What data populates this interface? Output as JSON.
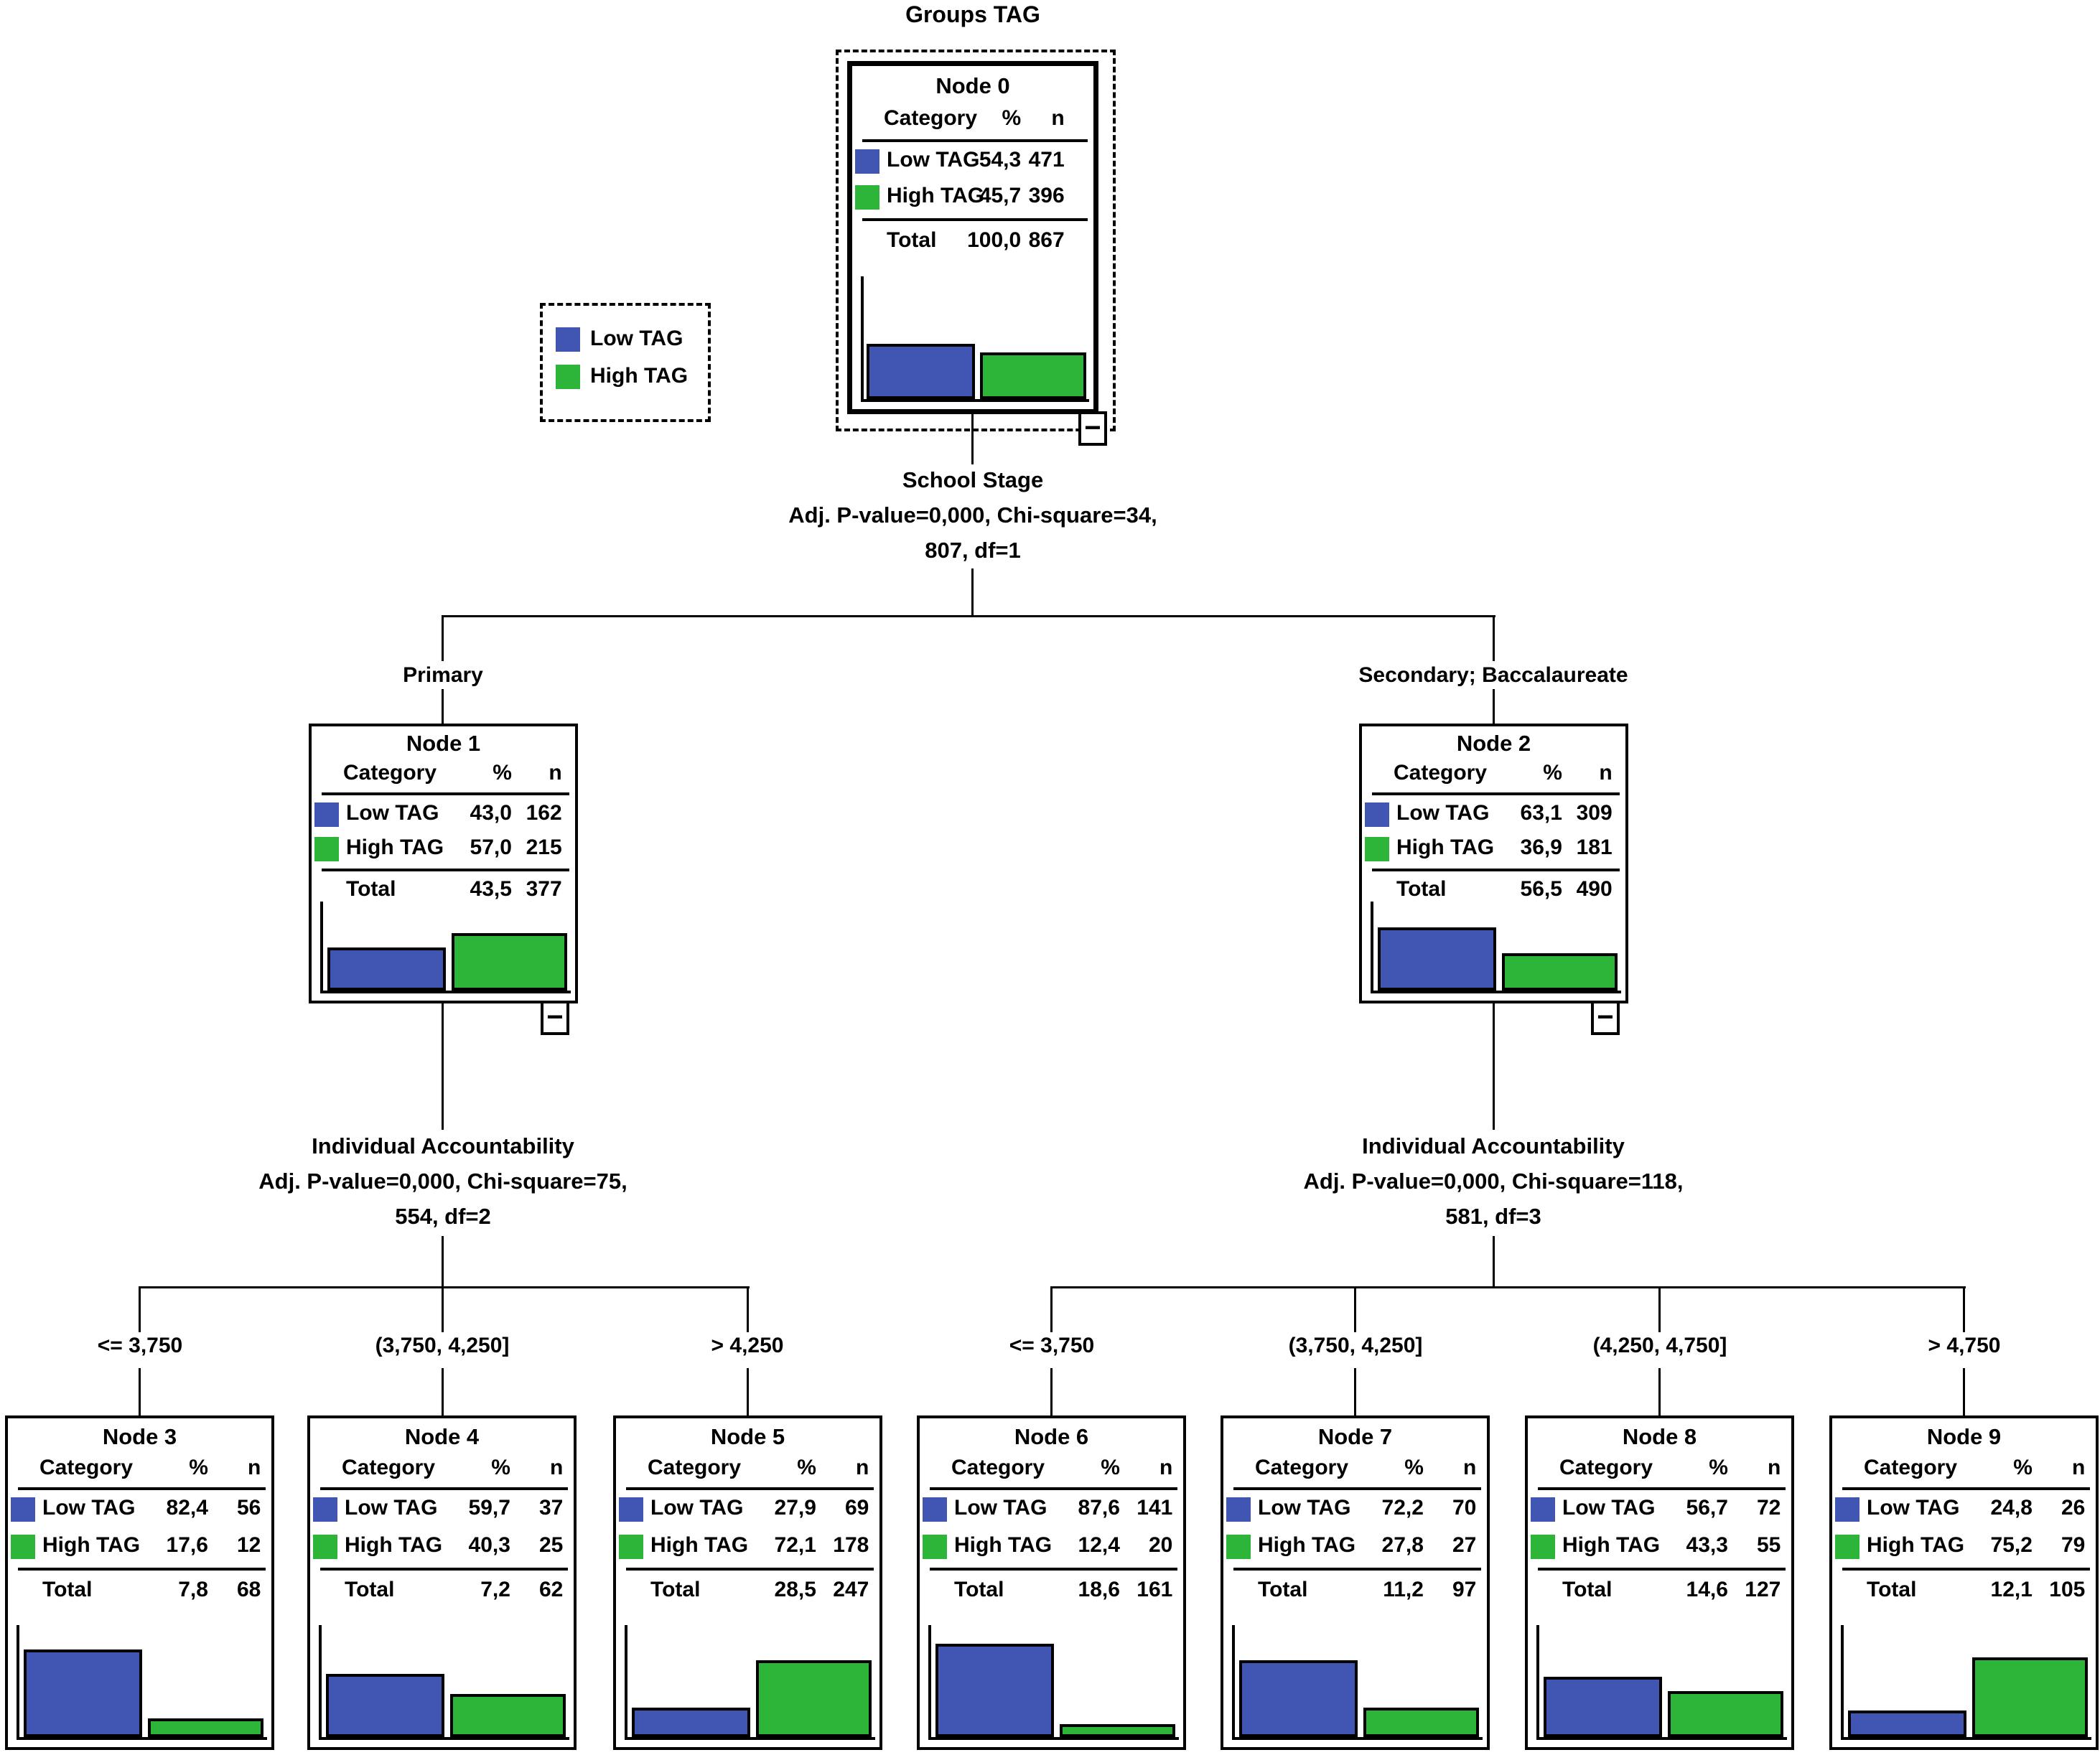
{
  "title": "Groups TAG",
  "colors": {
    "low_tag": "#4155b2",
    "high_tag": "#2db53a",
    "line": "#000000"
  },
  "labels": {
    "category": "Category",
    "percent": "%",
    "n": "n",
    "total": "Total"
  },
  "controls": {
    "collapse_glyph": "−"
  },
  "legend": {
    "items": [
      {
        "label": "Low TAG",
        "color": "#4155b2"
      },
      {
        "label": "High TAG",
        "color": "#2db53a"
      }
    ]
  },
  "splits": [
    {
      "variable": "School Stage",
      "stats_line1": "Adj. P-value=0,000, Chi-square=34,",
      "stats_line2": "807, df=1"
    },
    {
      "variable": "Individual Accountability",
      "stats_line1": "Adj. P-value=0,000, Chi-square=75,",
      "stats_line2": "554, df=2"
    },
    {
      "variable": "Individual Accountability",
      "stats_line1": "Adj. P-value=0,000, Chi-square=118,",
      "stats_line2": "581, df=3"
    }
  ],
  "nodes": [
    {
      "title": "Node 0",
      "rows": [
        {
          "label": "Low TAG",
          "pct": "54,3",
          "n": "471"
        },
        {
          "label": "High TAG",
          "pct": "45,7",
          "n": "396"
        }
      ],
      "total": {
        "pct": "100,0",
        "n": "867"
      }
    },
    {
      "title": "Node 1",
      "branch_label": "Primary",
      "rows": [
        {
          "label": "Low TAG",
          "pct": "43,0",
          "n": "162"
        },
        {
          "label": "High TAG",
          "pct": "57,0",
          "n": "215"
        }
      ],
      "total": {
        "pct": "43,5",
        "n": "377"
      }
    },
    {
      "title": "Node 2",
      "branch_label": "Secondary; Baccalaureate",
      "rows": [
        {
          "label": "Low TAG",
          "pct": "63,1",
          "n": "309"
        },
        {
          "label": "High TAG",
          "pct": "36,9",
          "n": "181"
        }
      ],
      "total": {
        "pct": "56,5",
        "n": "490"
      }
    },
    {
      "title": "Node 3",
      "branch_label": "<= 3,750",
      "rows": [
        {
          "label": "Low TAG",
          "pct": "82,4",
          "n": "56"
        },
        {
          "label": "High TAG",
          "pct": "17,6",
          "n": "12"
        }
      ],
      "total": {
        "pct": "7,8",
        "n": "68"
      }
    },
    {
      "title": "Node 4",
      "branch_label": "(3,750, 4,250]",
      "rows": [
        {
          "label": "Low TAG",
          "pct": "59,7",
          "n": "37"
        },
        {
          "label": "High TAG",
          "pct": "40,3",
          "n": "25"
        }
      ],
      "total": {
        "pct": "7,2",
        "n": "62"
      }
    },
    {
      "title": "Node 5",
      "branch_label": "> 4,250",
      "rows": [
        {
          "label": "Low TAG",
          "pct": "27,9",
          "n": "69"
        },
        {
          "label": "High TAG",
          "pct": "72,1",
          "n": "178"
        }
      ],
      "total": {
        "pct": "28,5",
        "n": "247"
      }
    },
    {
      "title": "Node 6",
      "branch_label": "<= 3,750",
      "rows": [
        {
          "label": "Low TAG",
          "pct": "87,6",
          "n": "141"
        },
        {
          "label": "High TAG",
          "pct": "12,4",
          "n": "20"
        }
      ],
      "total": {
        "pct": "18,6",
        "n": "161"
      }
    },
    {
      "title": "Node 7",
      "branch_label": "(3,750, 4,250]",
      "rows": [
        {
          "label": "Low TAG",
          "pct": "72,2",
          "n": "70"
        },
        {
          "label": "High TAG",
          "pct": "27,8",
          "n": "27"
        }
      ],
      "total": {
        "pct": "11,2",
        "n": "97"
      }
    },
    {
      "title": "Node 8",
      "branch_label": "(4,250, 4,750]",
      "rows": [
        {
          "label": "Low TAG",
          "pct": "56,7",
          "n": "72"
        },
        {
          "label": "High TAG",
          "pct": "43,3",
          "n": "55"
        }
      ],
      "total": {
        "pct": "14,6",
        "n": "127"
      }
    },
    {
      "title": "Node 9",
      "branch_label": "> 4,750",
      "rows": [
        {
          "label": "Low TAG",
          "pct": "24,8",
          "n": "26"
        },
        {
          "label": "High TAG",
          "pct": "75,2",
          "n": "79"
        }
      ],
      "total": {
        "pct": "12,1",
        "n": "105"
      }
    }
  ]
}
